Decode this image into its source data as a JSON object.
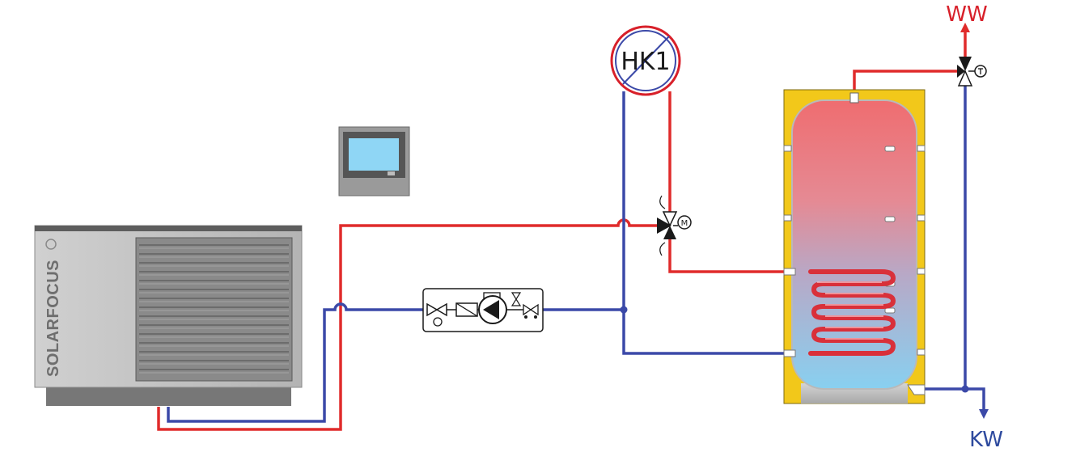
{
  "labels": {
    "heating_circuit": "HK1",
    "hot_water": "WW",
    "cold_water": "KW",
    "brand": "SOLARFOCUS"
  },
  "colors": {
    "flow_pipe": "#e02b2b",
    "return_pipe": "#3b49a8",
    "tank_insulation": "#f2c81a",
    "tank_hot": "#ef6f73",
    "tank_cold": "#8ccfee",
    "coil": "#d9303a",
    "heat_pump_body": "#bdbdbd",
    "controller_screen": "#8fd6f5"
  },
  "icons": {
    "heat_pump": "air-to-water-heat-pump",
    "controller": "control-panel",
    "pump_group": "circulation-pump-group",
    "mixing_valve": "three-way-motor-valve",
    "dhw_mixer": "thermostatic-mixing-valve",
    "tank": "hot-water-storage-tank"
  }
}
